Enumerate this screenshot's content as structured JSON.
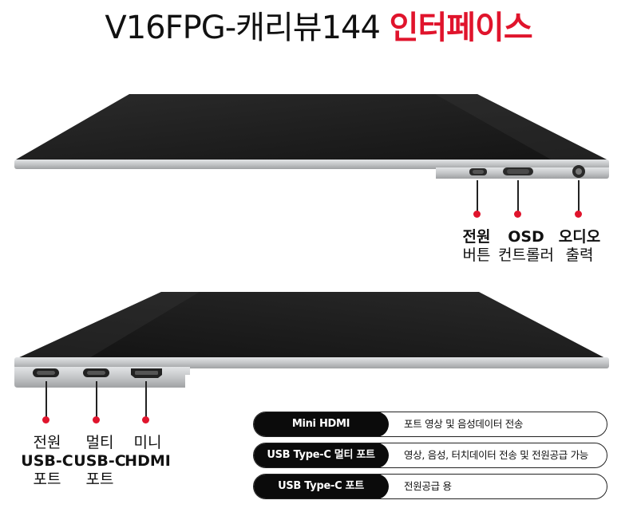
{
  "title": {
    "main": "V16FPG-캐리뷰144",
    "accent": "인터페이스"
  },
  "top_ports": [
    {
      "bold": "전원",
      "normal": "버튼"
    },
    {
      "bold": "OSD",
      "normal": "컨트롤러"
    },
    {
      "bold": "오디오",
      "normal": "출력"
    }
  ],
  "bottom_ports": [
    {
      "normal_top": "전원",
      "bold": "USB-C",
      "normal_bottom": "포트"
    },
    {
      "normal_top": "멀티",
      "bold": "USB-C",
      "normal_bottom": "포트"
    },
    {
      "normal_top": "미니",
      "bold": "HDMI",
      "normal_bottom": ""
    }
  ],
  "info_rows": [
    {
      "label": "Mini HDMI",
      "desc": "포트 영상 및 음성데이터 전송"
    },
    {
      "label": "USB Type-C 멀티 포트",
      "desc": "영상, 음성, 터치데이터 전송 및 전원공급 가능"
    },
    {
      "label": "USB Type-C 포트",
      "desc": "전원공급 용"
    }
  ],
  "colors": {
    "accent": "#e0142c",
    "pill": "#0b0b0b",
    "screen": "#1e1e1e",
    "bezel": "#c8cacc"
  }
}
